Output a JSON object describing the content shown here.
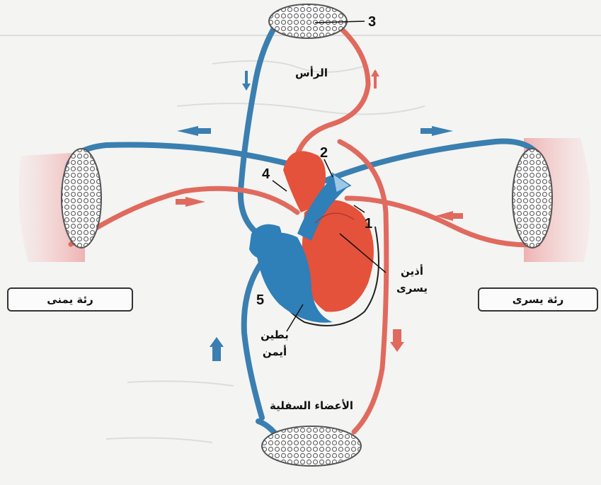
{
  "labels": {
    "head": "الرأس",
    "lower_limbs": "الأعضاء السفلية",
    "left_atrium": "أذين يسرى",
    "left_atrium_l1": "أذين",
    "left_atrium_l2": "يسرى",
    "right_ventricle_l1": "بطين",
    "right_ventricle_l2": "أيمن",
    "right_lung": "رئة يمنى",
    "left_lung": "رئة يسرى"
  },
  "numbers": {
    "n1": "1",
    "n2": "2",
    "n3": "3",
    "n4": "4",
    "n5": "5"
  },
  "colors": {
    "oxygenated": "#e06a5e",
    "deoxygenated": "#3a7fb0",
    "heart_red": "#e4523b",
    "heart_blue": "#2f7fb8",
    "lung_pink": "#f2c4c4"
  }
}
